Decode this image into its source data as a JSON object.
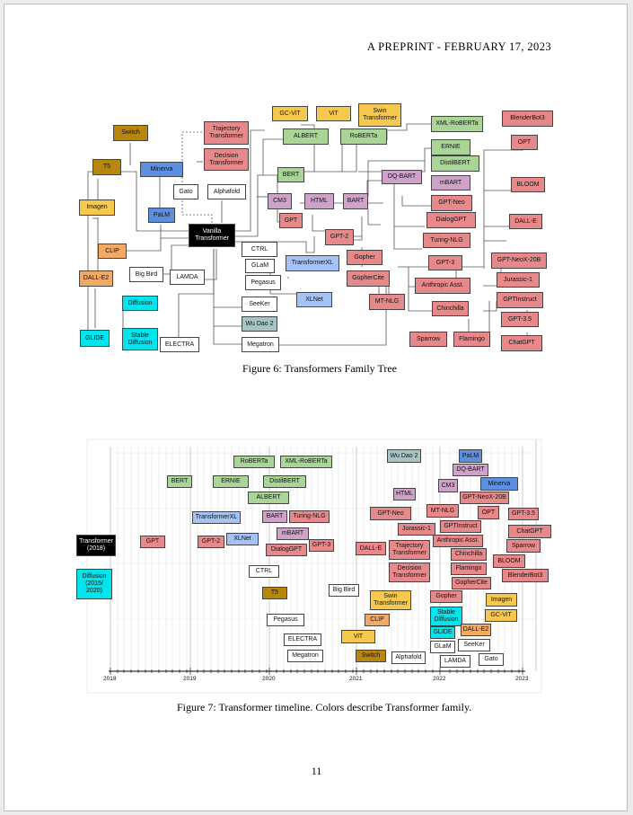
{
  "header": {
    "text": "A PREPRINT - FEBRUARY 17, 2023"
  },
  "figure6": {
    "caption": "Figure 6: Transformers Family Tree",
    "nodes": [
      "Switch",
      "T5",
      "Imagen",
      "CLIP",
      "DALL-E2",
      "GLIDE",
      "Diffusion",
      "Stable\nDiffusion",
      "ELECTRA",
      "Minerva",
      "PaLM",
      "Big Bird",
      "LAMDA",
      "Trajectory\nTransformer",
      "Decision\nTransformer",
      "Gato",
      "Alphafold",
      "Vanilla\nTransformer",
      "CTRL",
      "GLaM",
      "Pegasus",
      "SeeKer",
      "Wu Dao 2",
      "Megatron",
      "GC-ViT",
      "ViT",
      "Swin\nTransformer",
      "ALBERT",
      "RoBERTa",
      "XML-RoBERTa",
      "ERNIE",
      "DistilBERT",
      "BERT",
      "CM3",
      "HTML",
      "BART",
      "DQ-BART",
      "mBART",
      "GPT",
      "GPT-Neo",
      "DialogGPT",
      "GPT-2",
      "Turing-NLG",
      "TransformerXL",
      "Gopher",
      "GopherCite",
      "XLNet",
      "MT-NLG",
      "GPT-3",
      "Anthropic Asst.",
      "Chinchilla",
      "Sparrow",
      "Flamingo",
      "BlenderBot3",
      "OPT",
      "BLOOM",
      "DALL-E",
      "GPT-NeoX-20B",
      "Jurassic-1",
      "GPTInstruct",
      "GPT-3.5",
      "ChatGPT"
    ]
  },
  "figure7": {
    "caption": "Figure 7: Transformer timeline. Colors describe Transformer family.",
    "years": [
      "2018",
      "2019",
      "2020",
      "2021",
      "2022",
      "2023"
    ],
    "nodes": [
      "RoBERTa",
      "XML-RoBERTa",
      "Wu Dao 2",
      "PaLM",
      "DQ-BART",
      "BERT",
      "ERNIE",
      "DistilBERT",
      "CM3",
      "Minerva",
      "ALBERT",
      "HTML",
      "GPT-NeoX-20B",
      "TransformerXL",
      "BART",
      "Turing-NLG",
      "GPT-Neo",
      "MT-NLG",
      "OPT",
      "GPT-3.5",
      "Jurassic-1",
      "GPTInstruct",
      "ChatGPT",
      "Transformer\n(2018)",
      "GPT",
      "GPT-2",
      "XLNet",
      "mBART",
      "GPT-3",
      "DALL-E",
      "Trajectory\nTransformer",
      "Anthropic Asst.",
      "Sparrow",
      "DialogGPT",
      "Chinchilla",
      "BLOOM",
      "Diffusion\n(2015/\n2020)",
      "CTRL",
      "Decision\nTransformer",
      "Flamingo",
      "BlenderBot3",
      "GopherCite",
      "T5",
      "Big Bird",
      "Swin\nTransformer",
      "Gopher",
      "Imagen",
      "Stable\nDiffusion",
      "Pegasus",
      "CLIP",
      "GC-ViT",
      "GLIDE",
      "DALL-E2",
      "ELECTRA",
      "ViT",
      "GLaM",
      "SeeKer",
      "Megatron",
      "Switch",
      "Alphafold",
      "LAMDA",
      "Gato"
    ]
  },
  "page_number": "11"
}
